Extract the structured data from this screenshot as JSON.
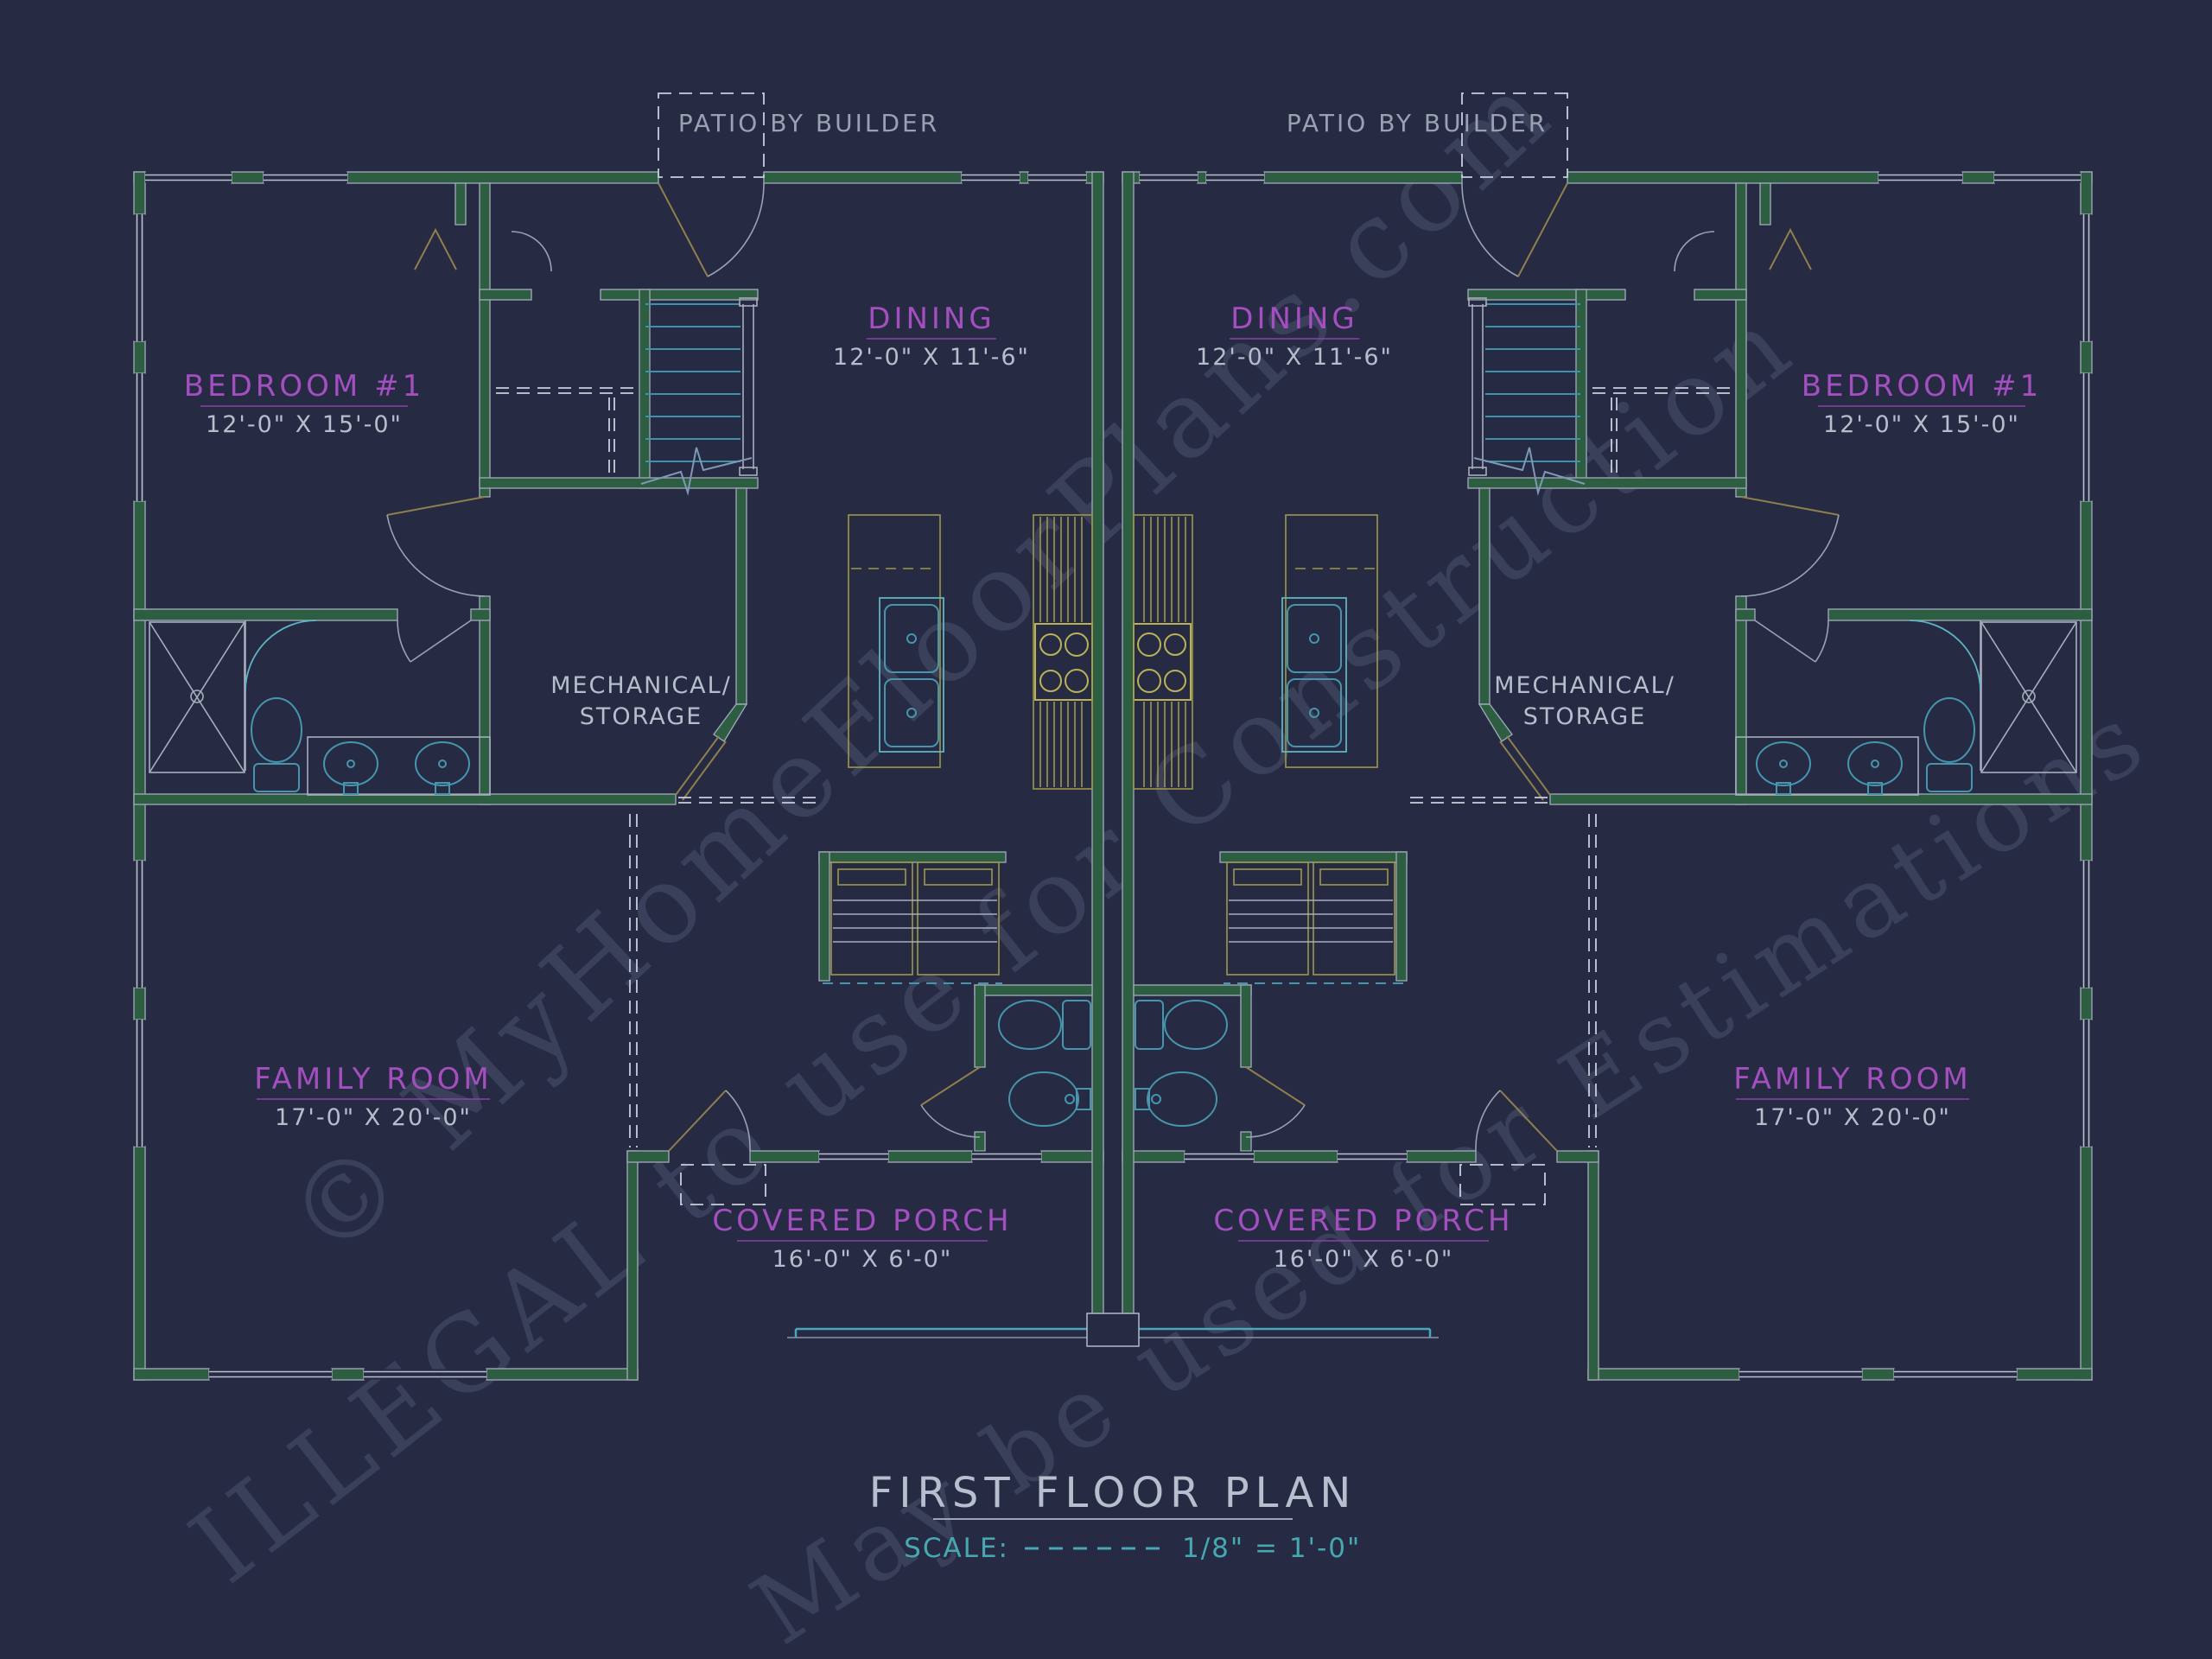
{
  "drawing": {
    "type": "architectural-floor-plan",
    "description": "Mirrored duplex first floor plan, CAD style on dark navy background"
  },
  "title_block": {
    "title": "FIRST FLOOR PLAN",
    "scale_label": "SCALE:",
    "scale_value": "1/8\" = 1'-0\""
  },
  "annotations": {
    "patio": "PATIO BY BUILDER"
  },
  "rooms": {
    "bedroom": {
      "name": "BEDROOM #1",
      "dims": "12'-0\" X 15'-0\""
    },
    "dining": {
      "name": "DINING",
      "dims": "12'-0\" X 11'-6\""
    },
    "mechanical": {
      "line1": "MECHANICAL/",
      "line2": "STORAGE"
    },
    "family": {
      "name": "FAMILY ROOM",
      "dims": "17'-0\" X 20'-0\""
    },
    "porch": {
      "name": "COVERED PORCH",
      "dims": "16'-0\" X 6'-0\""
    }
  },
  "watermark": {
    "line1": "© MyHomeFloorPlans.com",
    "line2": "ILLEGAL to use for Construction",
    "line3": "May be used for Estimations"
  },
  "colors": {
    "background": "#262b43",
    "wall_fill": "#2d5e41",
    "wall_outline": "#9ba4b5",
    "door_swing": "#8f7f4d",
    "fixtures_teal": "#4596ad",
    "cabinetry_yellow": "#9d9749",
    "room_label_purple": "#a34fc0",
    "dimension_gray": "#b6bdcb",
    "scale_teal": "#46a8b0",
    "watermark": "#8289ad"
  }
}
